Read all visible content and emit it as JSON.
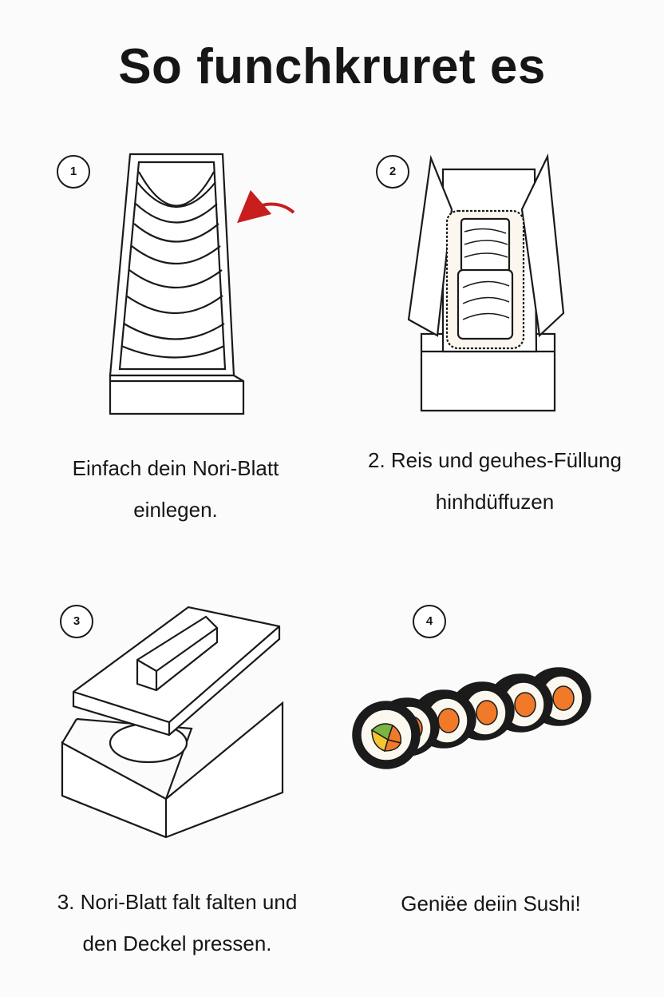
{
  "title": "So funchkruret es",
  "steps": [
    {
      "number": "1",
      "caption": [
        "Einfach dein Nori-Blatt",
        "einlegen."
      ]
    },
    {
      "number": "2",
      "caption": [
        "2. Reis und geuhes-Füllung",
        "hinhdüffuzen"
      ]
    },
    {
      "number": "3",
      "caption": [
        "3. Nori-Blatt falt falten und",
        "den Deckel pressen."
      ]
    },
    {
      "number": "4",
      "caption": [
        "Geniëe deiin Sushi!"
      ]
    }
  ],
  "colors": {
    "arrow": "#c81e1e",
    "nori": "#1b1b1b",
    "salmon": "#f07a2a",
    "avocado": "#7bb440",
    "egg": "#f2c531",
    "rice": "#fbf8f0"
  }
}
